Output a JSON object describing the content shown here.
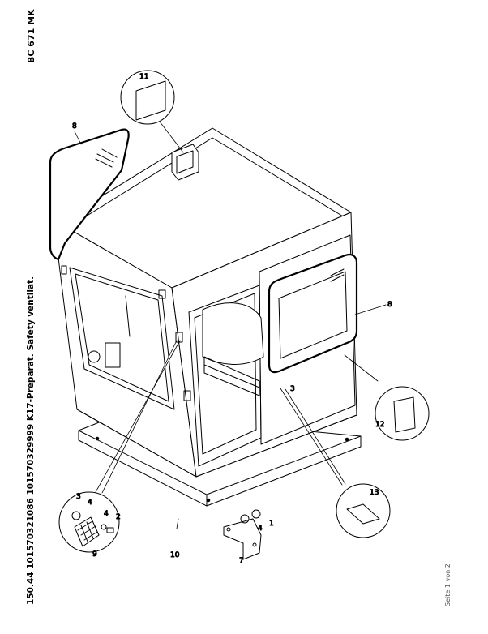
{
  "header": {
    "model": "BC 671 MK"
  },
  "footer": {
    "part_line": "150.44 101570321086 101570329999 K17-Preparat. Safety ventilat.",
    "page_indicator": "Seite 1 von 2"
  },
  "callouts": [
    "1",
    "2",
    "3",
    "4",
    "4",
    "7",
    "8",
    "8",
    "9",
    "10",
    "11",
    "12",
    "13"
  ],
  "colors": {
    "line": "#000000",
    "paper": "#ffffff"
  }
}
